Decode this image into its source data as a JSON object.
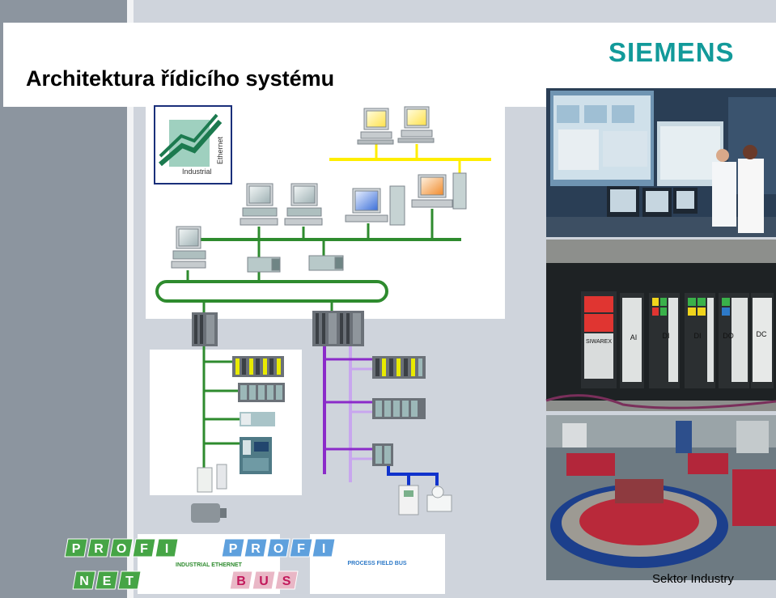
{
  "header": {
    "title": "Architektura řídicího systému",
    "logo_text": "SIEMENS"
  },
  "badge": {
    "line1": "Industrial",
    "line2": "Ethernet"
  },
  "profinet": {
    "letters": [
      "P",
      "R",
      "O",
      "F",
      "I"
    ],
    "subtitle": "INDUSTRIAL ETHERNET",
    "letters2": [
      "N",
      "E",
      "T"
    ],
    "registered": "®"
  },
  "profibus": {
    "letters": [
      "P",
      "R",
      "O",
      "F",
      "I"
    ],
    "subtitle": "PROCESS FIELD BUS",
    "letters2": [
      "B",
      "U",
      "S"
    ]
  },
  "rack_labels": [
    "SIWAREX",
    "AI",
    "DI",
    "DI",
    "DO",
    "DC"
  ],
  "footer": {
    "text": "Sektor Industry"
  },
  "colors": {
    "brand": "#129a9a",
    "office_bus": "#ffee00",
    "plant_bus": "#2e8b2e",
    "profibus_dp": "#8b2bc9",
    "profibus_light": "#c8a6ee",
    "field_bus": "#1033cc"
  }
}
